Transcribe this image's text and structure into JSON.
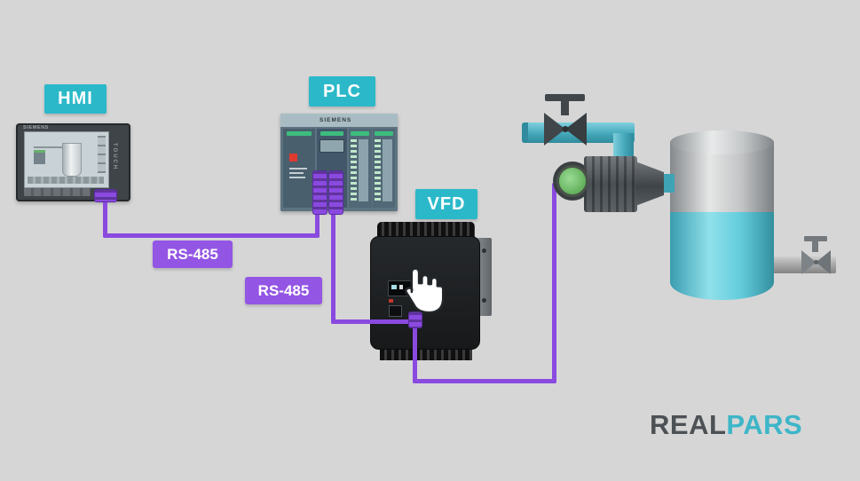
{
  "labels": {
    "hmi": "HMI",
    "plc": "PLC",
    "vfd": "VFD",
    "rs485_a": "RS-485",
    "rs485_b": "RS-485"
  },
  "devices": {
    "hmi": {
      "brand": "SIEMENS",
      "side_text": "TOUCH"
    },
    "plc": {
      "brand": "SIEMENS"
    }
  },
  "diagram": {
    "nodes": [
      "hmi",
      "plc",
      "vfd",
      "pump-motor",
      "tank"
    ],
    "connections": [
      {
        "from": "hmi",
        "to": "plc",
        "label": "RS-485"
      },
      {
        "from": "plc",
        "to": "vfd",
        "label": "RS-485"
      },
      {
        "from": "vfd",
        "to": "pump-motor",
        "label": ""
      }
    ]
  },
  "logo": {
    "part1": "REAL",
    "part2": "PARS"
  },
  "colors": {
    "background": "#d6d6d6",
    "label_teal": "#2bb9c9",
    "cable_purple": "#8a4ae0",
    "label_purple": "#9355e4",
    "pipe_teal": "#3fa3b6",
    "tank_liquid": "#63ccdc",
    "motor_green": "#5fae59",
    "logo_dark": "#4d5156",
    "logo_teal": "#3db6c8"
  }
}
